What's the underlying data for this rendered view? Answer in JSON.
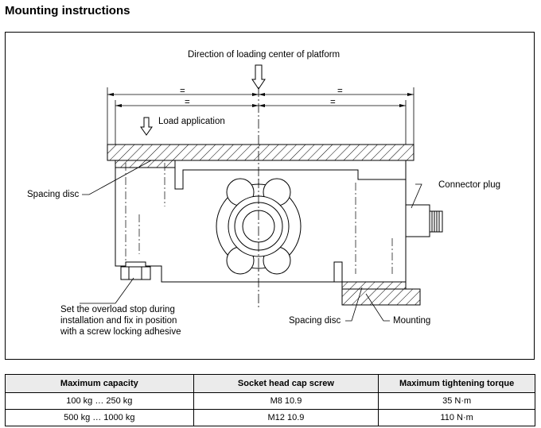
{
  "title": "Mounting instructions",
  "labels": {
    "direction": "Direction of loading center of platform",
    "load": "Load application",
    "spacing_disc_left": "Spacing disc",
    "connector": "Connector plug",
    "overload_line1": "Set the overload stop during",
    "overload_line2": "installation and fix in position",
    "overload_line3": "with a screw locking adhesive",
    "spacing_disc_right": "Spacing disc",
    "mounting": "Mounting",
    "eq": "="
  },
  "table": {
    "headers": [
      "Maximum capacity",
      "Socket head cap screw",
      "Maximum tightening torque"
    ],
    "rows": [
      [
        "100 kg … 250 kg",
        "M8 10.9",
        "35 N·m"
      ],
      [
        "500 kg … 1000 kg",
        "M12 10.9",
        "110 N·m"
      ]
    ]
  }
}
